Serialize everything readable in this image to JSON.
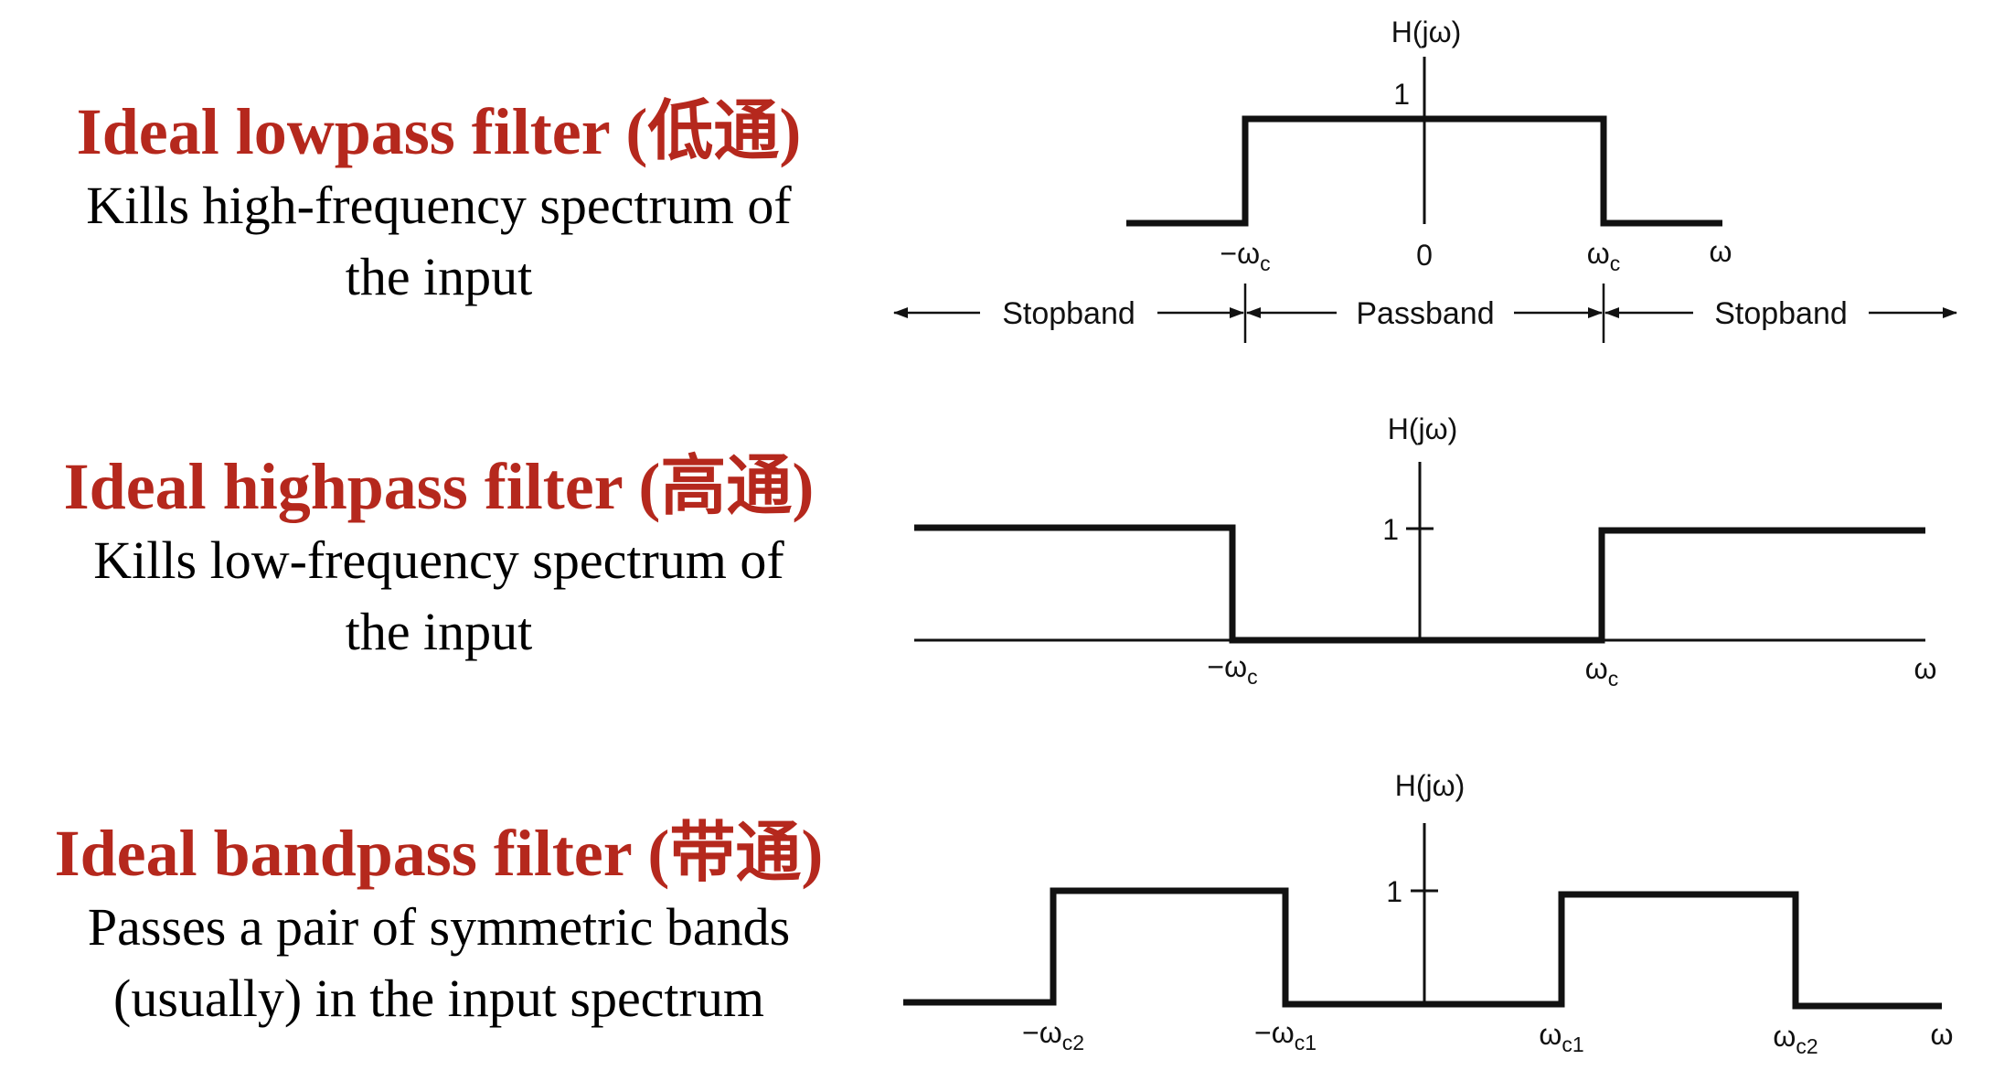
{
  "filters": [
    {
      "id": "lowpass",
      "title": "Ideal lowpass filter (低通)",
      "description": [
        "Kills high-frequency spectrum of",
        "the input"
      ],
      "axis_label": "H(jω)",
      "level_label": "1",
      "origin_label": "0",
      "freq_label": "ω",
      "cutoffs": [
        {
          "sign": "−",
          "main": "ω",
          "sub": "c"
        },
        {
          "sign": "",
          "main": "ω",
          "sub": "c"
        }
      ],
      "bands": [
        "Stopband",
        "Passband",
        "Stopband"
      ]
    },
    {
      "id": "highpass",
      "title": "Ideal highpass filter (高通)",
      "description": [
        "Kills low-frequency spectrum of",
        "the input"
      ],
      "axis_label": "H(jω)",
      "level_label": "1",
      "freq_label": "ω",
      "cutoffs": [
        {
          "sign": "−",
          "main": "ω",
          "sub": "c"
        },
        {
          "sign": "",
          "main": "ω",
          "sub": "c"
        }
      ]
    },
    {
      "id": "bandpass",
      "title": "Ideal bandpass filter (带通)",
      "description": [
        "Passes a pair of symmetric bands",
        "(usually) in the input spectrum"
      ],
      "axis_label": "H(jω)",
      "level_label": "1",
      "freq_label": "ω",
      "cutoffs": [
        {
          "sign": "−",
          "main": "ω",
          "sub": "c2"
        },
        {
          "sign": "−",
          "main": "ω",
          "sub": "c1"
        },
        {
          "sign": "",
          "main": "ω",
          "sub": "c1"
        },
        {
          "sign": "",
          "main": "ω",
          "sub": "c2"
        }
      ]
    }
  ]
}
